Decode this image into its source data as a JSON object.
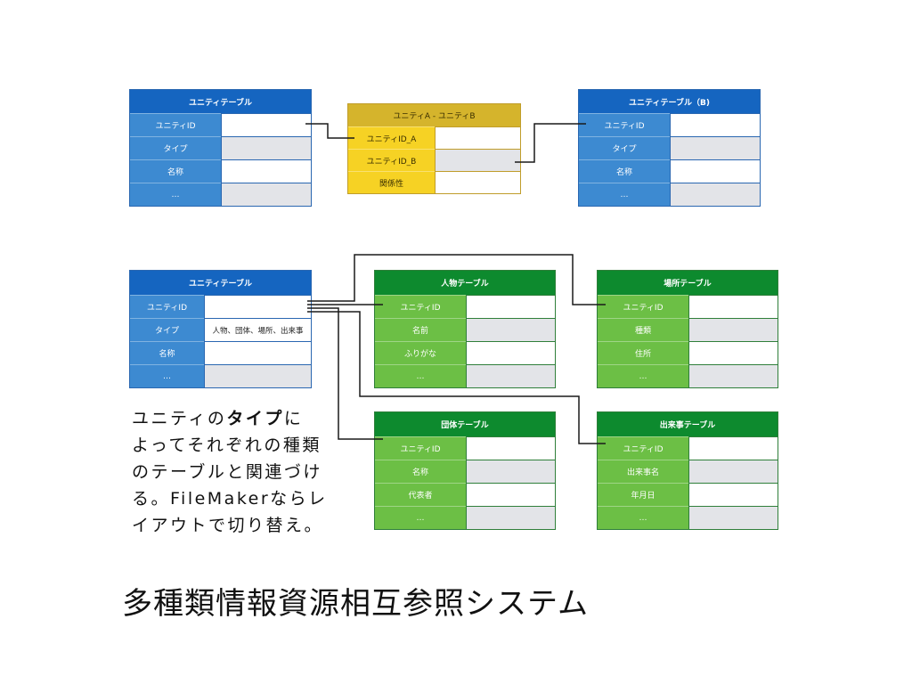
{
  "colors": {
    "unity_header": "#1565c0",
    "unity_label": "#3d8ad1",
    "relation_header": "#d5b42c",
    "relation_label": "#f6d224",
    "entity_header": "#0d8a2e",
    "entity_label": "#6cbf45",
    "value_cell_alt": "#e3e4e8",
    "connector": "#1a1a1a"
  },
  "top": {
    "unity_table_a": {
      "title": "ユニティテーブル",
      "rows": [
        {
          "label": "ユニティID"
        },
        {
          "label": "タイプ"
        },
        {
          "label": "名称"
        },
        {
          "label": "…"
        }
      ]
    },
    "relation_table": {
      "title": "ユニティA - ユニティB",
      "rows": [
        {
          "label": "ユニティID_A"
        },
        {
          "label": "ユニティID_B"
        },
        {
          "label": "関係性"
        }
      ]
    },
    "unity_table_b": {
      "title": "ユニティテーブル（B)",
      "rows": [
        {
          "label": "ユニティID"
        },
        {
          "label": "タイプ"
        },
        {
          "label": "名称"
        },
        {
          "label": "…"
        }
      ]
    }
  },
  "bottom": {
    "unity_table": {
      "title": "ユニティテーブル",
      "rows": [
        {
          "label": "ユニティID"
        },
        {
          "label": "タイプ",
          "value": "人物、団体、場所、出来事"
        },
        {
          "label": "名称"
        },
        {
          "label": "…"
        }
      ]
    },
    "person_table": {
      "title": "人物テーブル",
      "rows": [
        {
          "label": "ユニティID"
        },
        {
          "label": "名前"
        },
        {
          "label": "ふりがな"
        },
        {
          "label": "…"
        }
      ]
    },
    "place_table": {
      "title": "場所テーブル",
      "rows": [
        {
          "label": "ユニティID"
        },
        {
          "label": "種類"
        },
        {
          "label": "住所"
        },
        {
          "label": "…"
        }
      ]
    },
    "organization_table": {
      "title": "団体テーブル",
      "rows": [
        {
          "label": "ユニティID"
        },
        {
          "label": "名称"
        },
        {
          "label": "代表者"
        },
        {
          "label": "…"
        }
      ]
    },
    "event_table": {
      "title": "出来事テーブル",
      "rows": [
        {
          "label": "ユニティID"
        },
        {
          "label": "出来事名"
        },
        {
          "label": "年月日"
        },
        {
          "label": "…"
        }
      ]
    }
  },
  "description": {
    "line1": {
      "before": "ユニティの",
      "emphasis": "タイプ",
      "after": "に"
    },
    "lines": [
      "よってそれぞれの種類",
      "のテーブルと関連づけ",
      "る。FileMakerならレ",
      "イアウトで切り替え。"
    ]
  },
  "title": "多種類情報資源相互参照システム"
}
